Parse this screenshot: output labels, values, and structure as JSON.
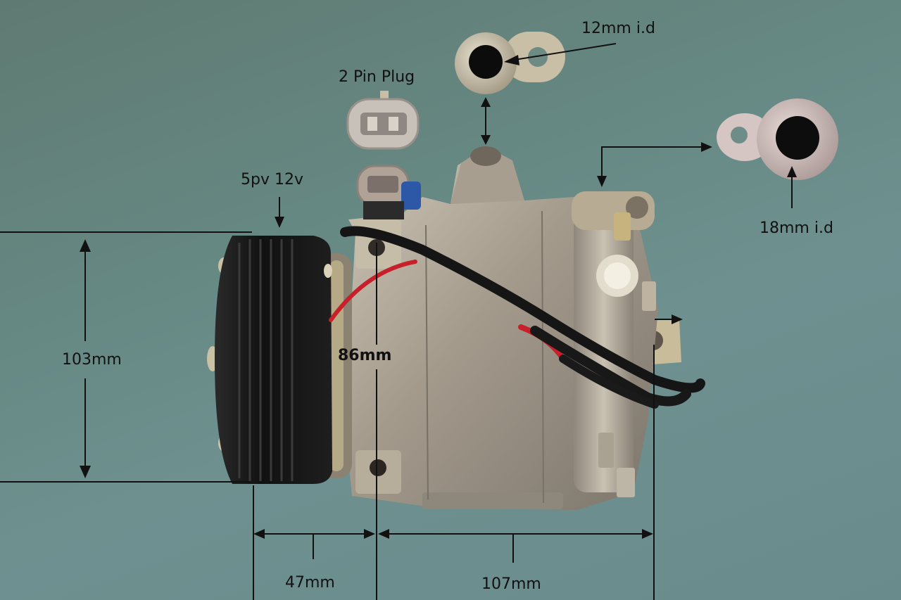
{
  "photo": {
    "subject": "air conditioning compressor with clutch pulley",
    "background_color": "#668882"
  },
  "annotations": {
    "outlet_fitting": {
      "label": "12mm i.d"
    },
    "connector": {
      "label": "2 Pin Plug"
    },
    "inlet_fitting": {
      "label": "18mm i.d"
    },
    "pulley": {
      "label": "5pv 12v"
    },
    "pulley_diameter": {
      "label": "103mm"
    },
    "body_height": {
      "label": "86mm"
    },
    "pulley_to_mount": {
      "label": "47mm"
    },
    "mount_to_mount": {
      "label": "107mm"
    }
  },
  "colors": {
    "annotation_ink": "#111111",
    "pulley_black": "#141414",
    "aluminium": "#a8a196",
    "wire_red": "#c8202a",
    "connector_grey": "#b9aea4"
  }
}
